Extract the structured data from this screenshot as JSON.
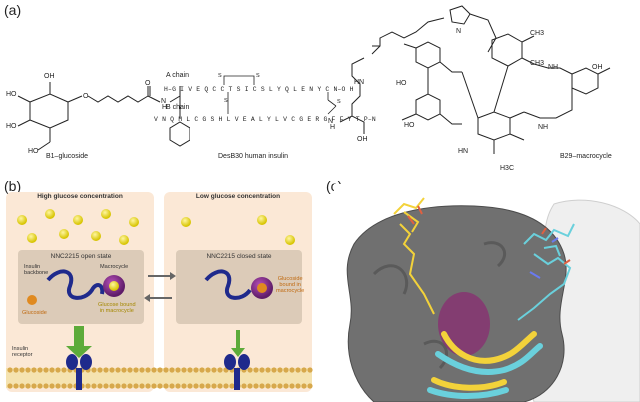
{
  "panel_a": {
    "label": "(a)",
    "chain_a": "A chain",
    "chain_a_seq": "H–G I V E Q C C T S  I C S L Y Q L E N Y C N–O H",
    "chain_b": "B chain",
    "chain_b_seq": "V N Q H L C G S H L V E A L Y L V C G E R G F F Y T P–N",
    "caption_left": "B1–glucoside",
    "caption_mid": "DesB30 human insulin",
    "caption_right": "B29–macrocycle",
    "atoms": {
      "oh": "OH",
      "ho": "HO",
      "o": "O",
      "h": "H",
      "n": "N",
      "nh": "NH",
      "hn": "HN",
      "s": "S",
      "ch3": "CH3",
      "h3c": "H3C"
    }
  },
  "panel_b": {
    "label": "(b)",
    "left_title": "High glucose concentration",
    "right_title": "Low glucose concentration",
    "open_state": "NNC2215 open state",
    "closed_state": "NNC2215 closed state",
    "insulin_backbone": "Insulin\nbackbone",
    "macrocycle": "Macrocycle",
    "glucoside": "Glucoside",
    "glucose_bound": "Glucose bound\nin macrocycle",
    "glucoside_bound": "Glucoside\nbound in\nmacrocycle",
    "receptor": "Insulin\nreceptor",
    "colors": {
      "panel_bg": "#fbe8d6",
      "state_box": "#dccbb8",
      "insulin": "#1f2a8c",
      "macrocycle": "#7a2d86",
      "glucose": "#f2e21c",
      "arrow": "#5dab3a",
      "membrane_head": "#d7a84b"
    }
  },
  "panel_c": {
    "label": "(c)",
    "colors": {
      "surface_dark": "#707070",
      "surface_light": "#efefef",
      "helix_yellow": "#f3d23a",
      "helix_cyan": "#6ad0dc",
      "pocket": "#8a2c72"
    }
  }
}
